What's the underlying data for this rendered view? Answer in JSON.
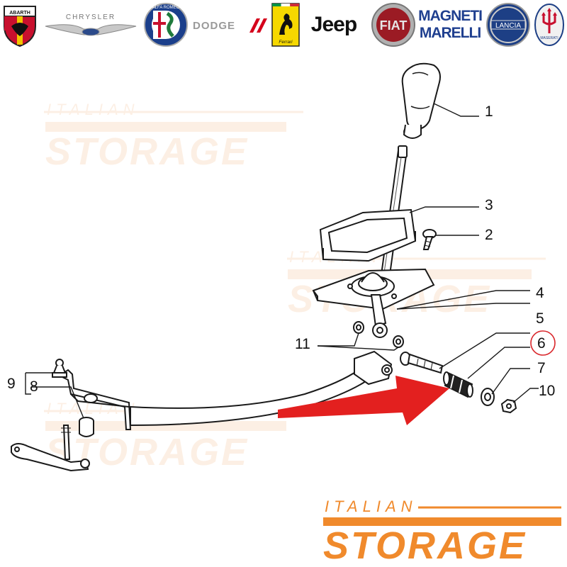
{
  "brands": {
    "abarth": "ABARTH",
    "chrysler": "CHRYSLER",
    "alfa_romeo": "ALFA ROMEO",
    "dodge": "DODGE",
    "ferrari": "Ferrari",
    "jeep": "Jeep",
    "fiat": "FIAT",
    "magneti_marelli_line1": "MAGNETI",
    "magneti_marelli_line2": "MARELLI",
    "lancia": "LANCIA",
    "maserati": "MASERATI"
  },
  "watermark": {
    "line1": "ITALIAN",
    "line2": "STORAGE"
  },
  "callouts": {
    "c1": "1",
    "c2": "2",
    "c3": "3",
    "c4": "4",
    "c5": "5",
    "c6": "6",
    "c7": "7",
    "c8": "8",
    "c9": "9",
    "c10": "10",
    "c11": "11"
  },
  "highlight": {
    "circled_part": "6",
    "circle_color": "#d9262b",
    "arrow_color": "#e3201f"
  },
  "colors": {
    "watermark_orange": "#f08a2c",
    "watermark_faint": "#fbe3cf",
    "line_art": "#1a1a1a"
  }
}
